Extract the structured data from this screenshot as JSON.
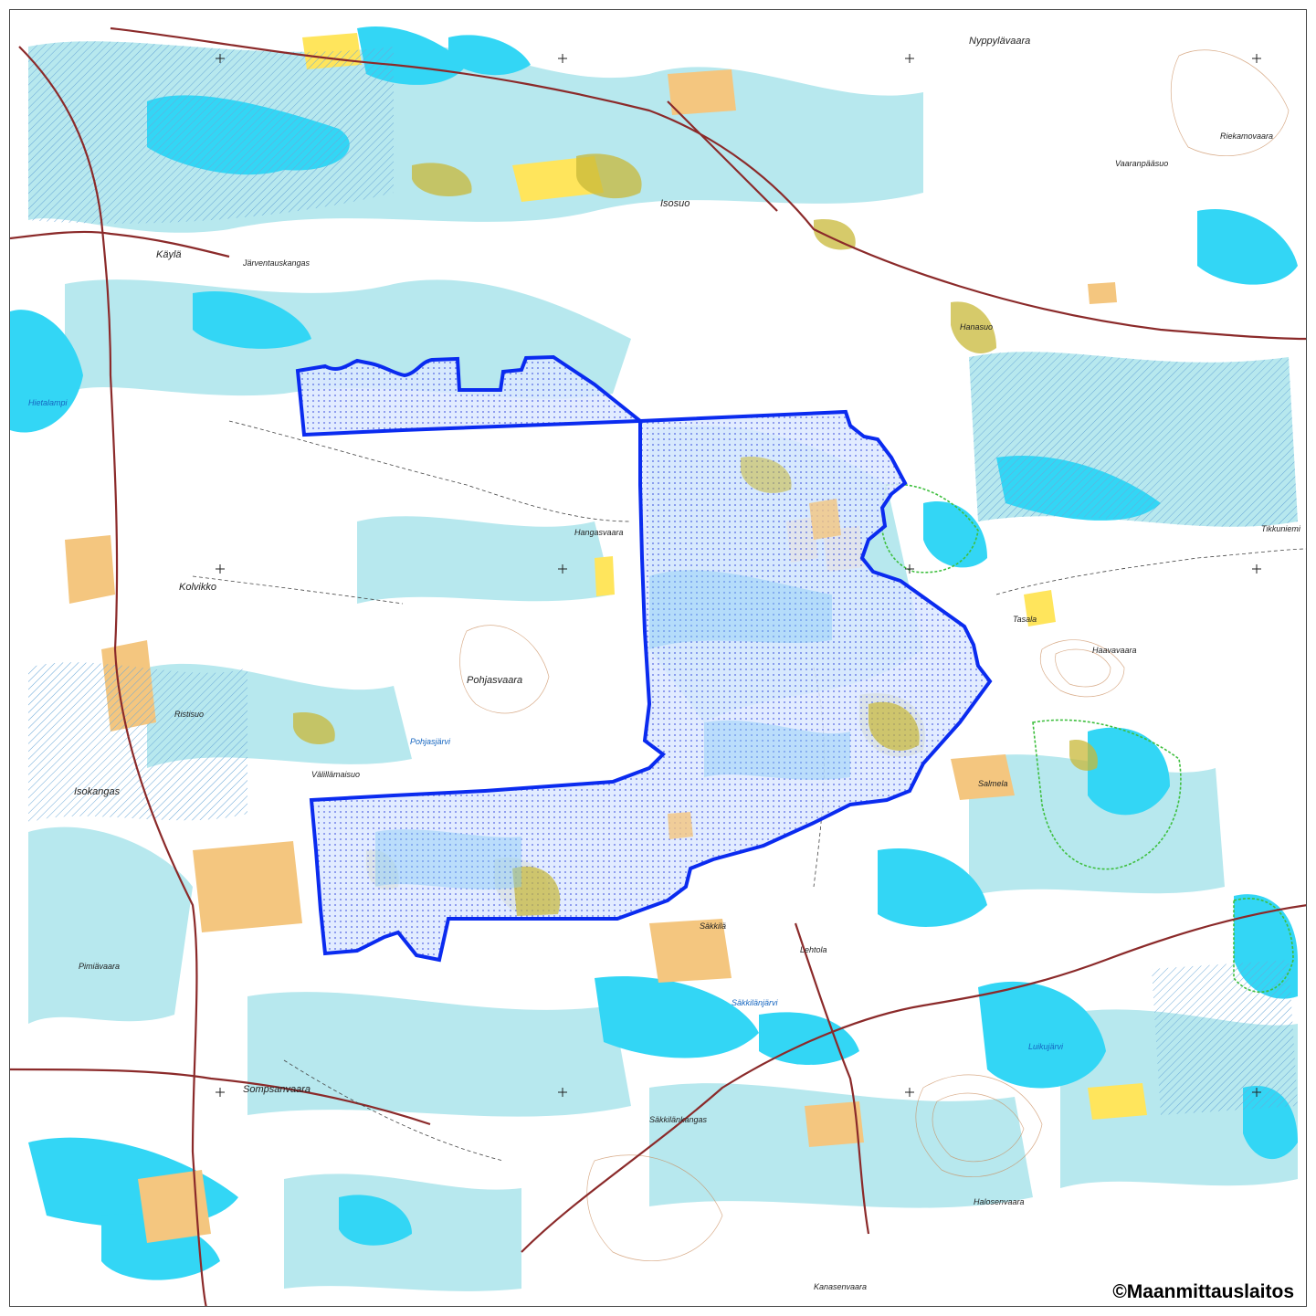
{
  "map": {
    "copyright": "©Maanmittauslaitos",
    "colors": {
      "water": "#33d6f5",
      "wetland": "#b7e8ee",
      "field": "#f4c67f",
      "yellow": "#ffe55c",
      "olive": "#c8b838",
      "road": "#8b2a2a",
      "boundary": "#0a2bf0",
      "protected": "#3fbf3f"
    },
    "labels": [
      {
        "id": "kayla",
        "text": "Käylä"
      },
      {
        "id": "jarventauskangas",
        "text": "Järventauskangas"
      },
      {
        "id": "isosuo",
        "text": "Isosuo"
      },
      {
        "id": "nyppylavaara",
        "text": "Nyppylävaara"
      },
      {
        "id": "riekamovaara",
        "text": "Riekamovaara"
      },
      {
        "id": "vaaranpaasuo",
        "text": "Vaaranpääsuo"
      },
      {
        "id": "hanasuo",
        "text": "Hanasuo"
      },
      {
        "id": "hangasvaara",
        "text": "Hangasvaara"
      },
      {
        "id": "kolvikko",
        "text": "Kolvikko"
      },
      {
        "id": "pohjasvaara",
        "text": "Pohjasvaara"
      },
      {
        "id": "isokangas",
        "text": "Isokangas"
      },
      {
        "id": "pimiavaara",
        "text": "Pimiävaara"
      },
      {
        "id": "sompsanvaara",
        "text": "Sompsanvaara"
      },
      {
        "id": "sakkila",
        "text": "Säkkilä"
      },
      {
        "id": "sakkilanjarvi",
        "text": "Säkkilänjärvi"
      },
      {
        "id": "sakkilankangas",
        "text": "Säkkilänkangas"
      },
      {
        "id": "halosenvaara",
        "text": "Halosenvaara"
      },
      {
        "id": "kanasenvaara",
        "text": "Kanasenvaara"
      },
      {
        "id": "haavavaara",
        "text": "Haavavaara"
      },
      {
        "id": "tikkuniemi",
        "text": "Tikkuniemi"
      },
      {
        "id": "luikujarvi",
        "text": "Luikujärvi"
      },
      {
        "id": "tasala",
        "text": "Tasala"
      },
      {
        "id": "salmela",
        "text": "Salmela"
      },
      {
        "id": "hietalampi",
        "text": "Hietalampi"
      },
      {
        "id": "valillamaisuo",
        "text": "Välillämaisuo"
      },
      {
        "id": "pohjasjarvi",
        "text": "Pohjasjärvi"
      },
      {
        "id": "lehtola",
        "text": "Lehtola"
      },
      {
        "id": "ristisuo",
        "text": "Ristisuo"
      }
    ]
  }
}
